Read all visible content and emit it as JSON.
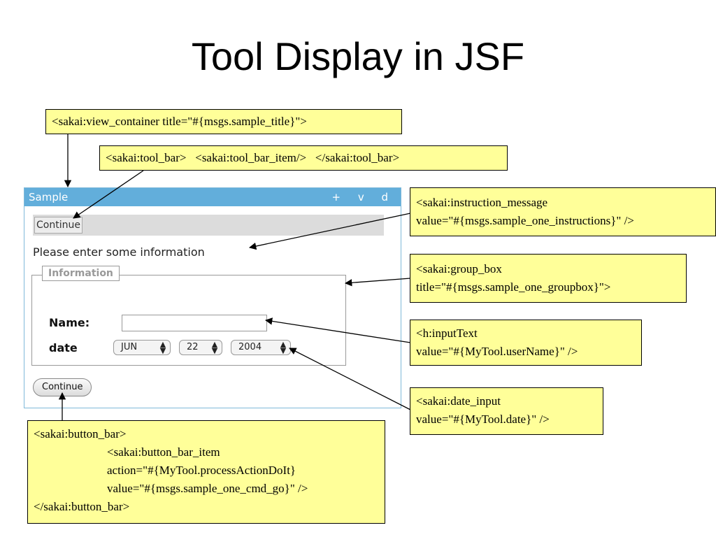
{
  "slide": {
    "title": "Tool Display in JSF"
  },
  "notes": {
    "view_container": "<sakai:view_container title=\"#{msgs.sample_title}\">",
    "tool_bar": "<sakai:tool_bar>   <sakai:tool_bar_item/>   </sakai:tool_bar>",
    "instruction_message": [
      "<sakai:instruction_message",
      "value=\"#{msgs.sample_one_instructions}\" />"
    ],
    "group_box": [
      "<sakai:group_box",
      "title=\"#{msgs.sample_one_groupbox}\">"
    ],
    "input_text": [
      "<h:inputText",
      "value=\"#{MyTool.userName}\" />"
    ],
    "date_input": [
      "<sakai:date_input",
      "value=\"#{MyTool.date}\" />"
    ],
    "button_bar": [
      "<sakai:button_bar>",
      "<sakai:button_bar_item",
      "action=\"#{MyTool.processActionDoIt}",
      "value=\"#{msgs.sample_one_cmd_go}\" />",
      "</sakai:button_bar>"
    ]
  },
  "tool": {
    "title": "Sample",
    "controls": "+ v d",
    "toolbar_item": "Continue",
    "instruction": "Please enter some information",
    "groupbox_title": "Information",
    "name_label": "Name:",
    "name_value": "",
    "date_label": "date",
    "month": "JUN",
    "day": "22",
    "year": "2004",
    "button": "Continue"
  },
  "colors": {
    "note_bg": "#ffff99",
    "header_bg": "#62aedb",
    "toolbar_bg": "#dcdcdc"
  }
}
